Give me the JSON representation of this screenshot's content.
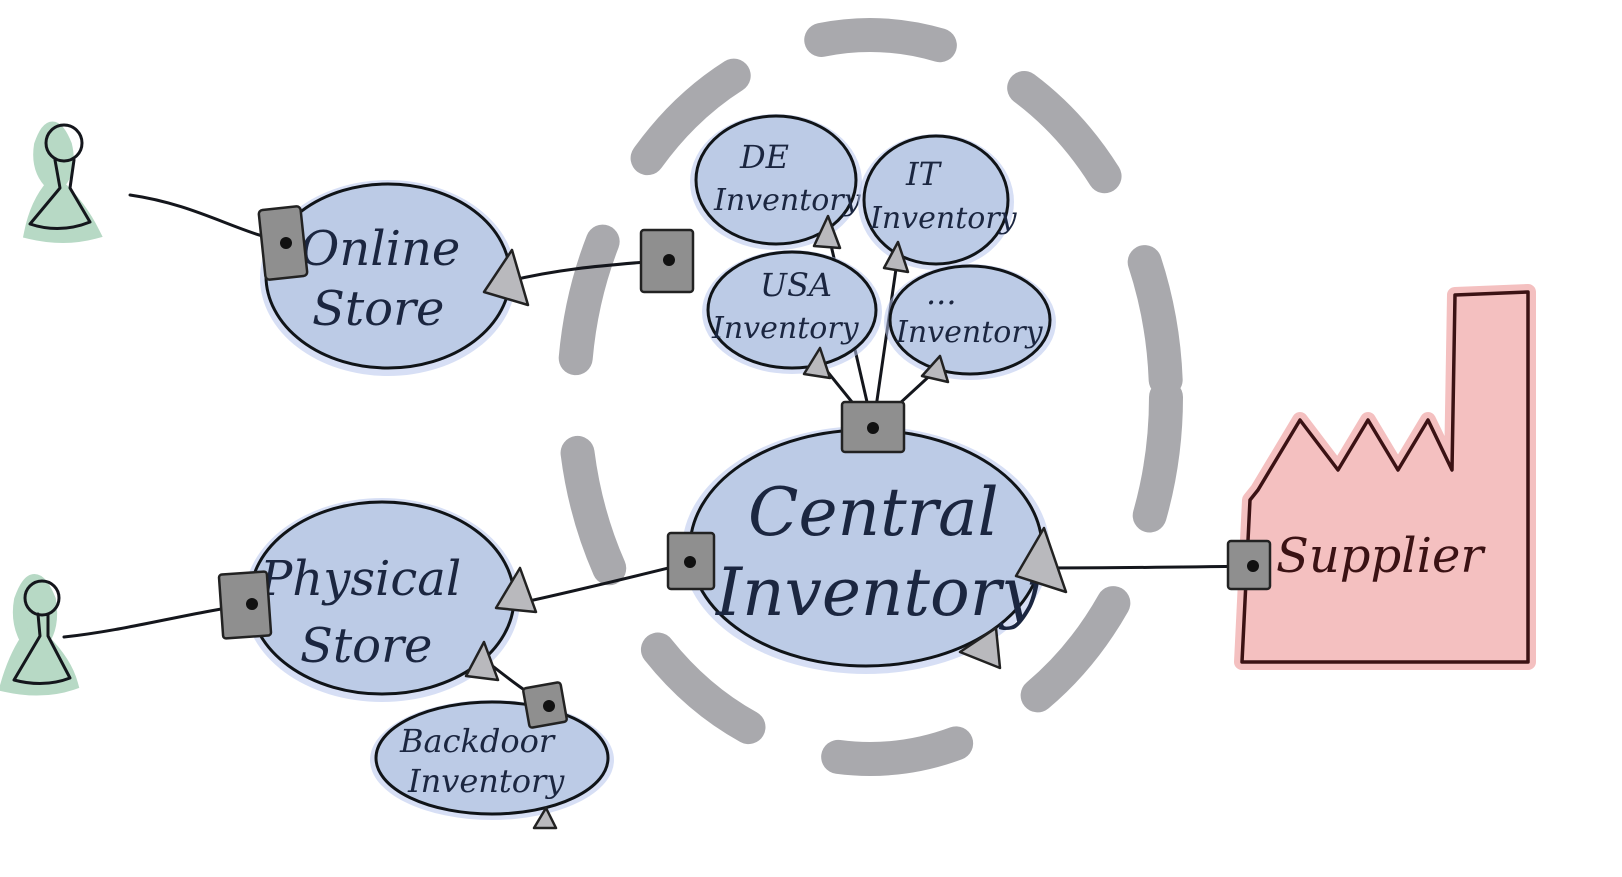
{
  "nodes": {
    "online_store": {
      "line1": "Online",
      "line2": "Store"
    },
    "physical_store": {
      "line1": "Physical",
      "line2": "Store"
    },
    "backdoor_inventory": {
      "line1": "Backdoor",
      "line2": "Inventory"
    },
    "central_inventory": {
      "line1": "Central",
      "line2": "Inventory"
    },
    "de_inventory": {
      "line1": "DE",
      "line2": "Inventory"
    },
    "it_inventory": {
      "line1": "IT",
      "line2": "Inventory"
    },
    "usa_inventory": {
      "line1": "USA",
      "line2": "Inventory"
    },
    "other_inventory": {
      "line1": "...",
      "line2": "Inventory"
    },
    "supplier": {
      "label": "Supplier"
    }
  },
  "colors": {
    "bubble_fill": "#bccbe6",
    "person_fill": "#b7d9c5",
    "supplier_fill": "#f4c0c0",
    "boundary": "#a9a9ad",
    "port_fill": "#8f8f8f",
    "ink": "#14161c"
  }
}
